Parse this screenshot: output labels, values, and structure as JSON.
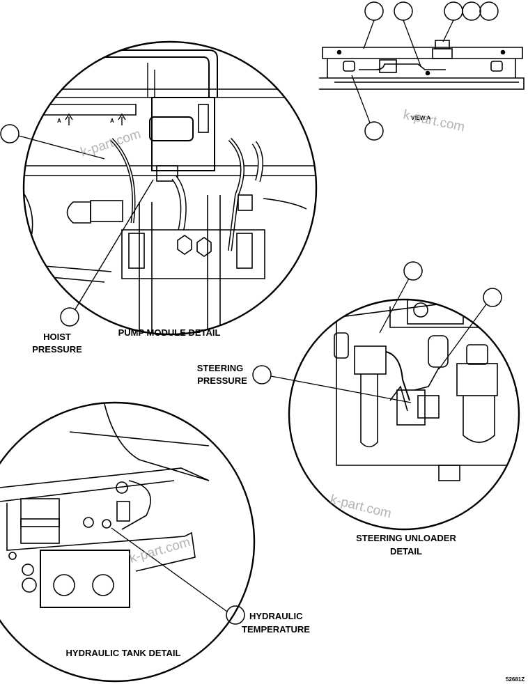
{
  "labels": {
    "hoist_pressure_l1": "HOIST",
    "hoist_pressure_l2": "PRESSURE",
    "pump_module_detail": "PUMP MODULE DETAIL",
    "steering_pressure_l1": "STEERING",
    "steering_pressure_l2": "PRESSURE",
    "steering_unloader_detail_l1": "STEERING UNLOADER",
    "steering_unloader_detail_l2": "DETAIL",
    "hydraulic_temperature_l1": "HYDRAULIC",
    "hydraulic_temperature_l2": "TEMPERATURE",
    "hydraulic_tank_detail": "HYDRAULIC TANK DETAIL",
    "view_a": "VIEW A",
    "section_a_left": "A",
    "section_a_right": "A",
    "drawing_number": "52681Z"
  },
  "watermark": "k-part.com"
}
